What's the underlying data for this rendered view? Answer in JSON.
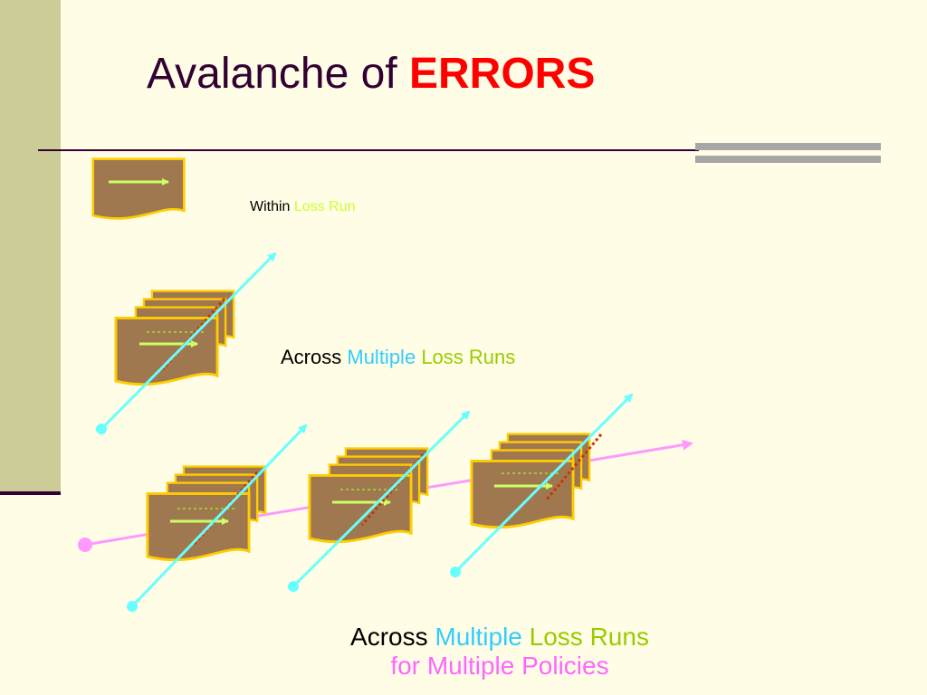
{
  "title": {
    "text": "Avalanche of",
    "accent": "ERRORS"
  },
  "labels": {
    "within": {
      "word": "Within",
      "highlight": "Loss Run"
    },
    "across_runs": {
      "word": "Across",
      "cyan": "Multiple",
      "green": "Loss Runs"
    },
    "across_policies": {
      "word": "Across",
      "cyan": "Multiple",
      "green": "Loss Runs",
      "line2": "for Multiple Policies"
    }
  },
  "colors": {
    "background": "#FFFDE5",
    "sidebar": "#CCCC99",
    "title": "#330033",
    "accent": "#FF0000",
    "doc_fill": "#A07850",
    "doc_stroke": "#FFCC00",
    "cyan_arrow": "#66FFFF",
    "green_arrow": "#CCFF66",
    "pink_arrow": "#FF99FF",
    "dotted_red": "#CC3300"
  },
  "icons": [
    "document-icon",
    "arrow-icon"
  ]
}
